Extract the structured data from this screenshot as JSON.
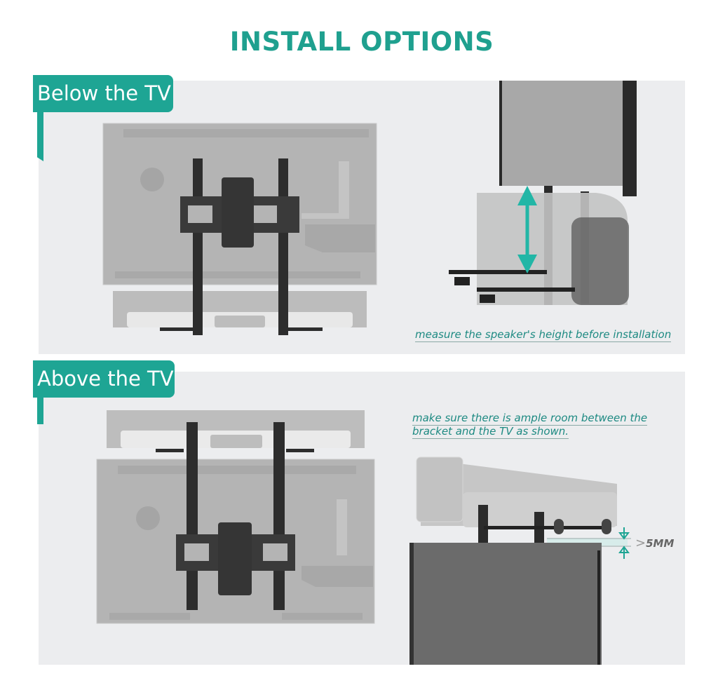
{
  "page": {
    "title": "INSTALL OPTIONS"
  },
  "sections": [
    {
      "label": "Below the TV",
      "note": "measure the speaker's height before installation"
    },
    {
      "label": "Above the TV",
      "note_line1": "make sure there is ample room between the",
      "note_line2": "bracket and the TV as shown.",
      "gap_label": "5MM",
      "gap_prefix": ">"
    }
  ],
  "colors": {
    "accent": "#1ea594",
    "panel_bg": "#ecedef",
    "tv_back": "#b3b3b3",
    "bracket": "#2b2b2b",
    "note_text": "#1d8a82"
  }
}
